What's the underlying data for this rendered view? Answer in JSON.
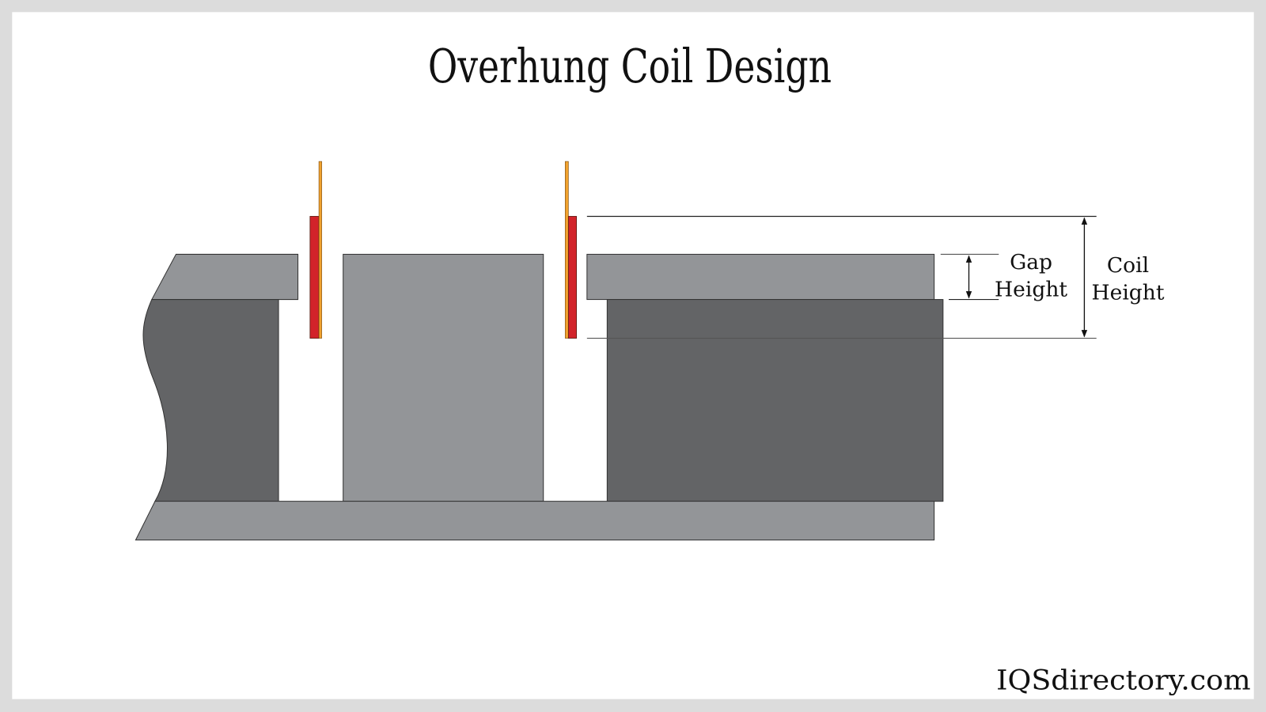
{
  "title": "Overhung Coil Design",
  "labels": {
    "gap_line1": "Gap",
    "gap_line2": "Height",
    "coil_line1": "Coil",
    "coil_line2": "Height"
  },
  "watermark": "IQSdirectory.com",
  "colors": {
    "plate": "#939598",
    "magnet": "#636466",
    "coil_red": "#d2232a",
    "coil_orange": "#f0a22e",
    "frame": "#dcdcdc"
  }
}
